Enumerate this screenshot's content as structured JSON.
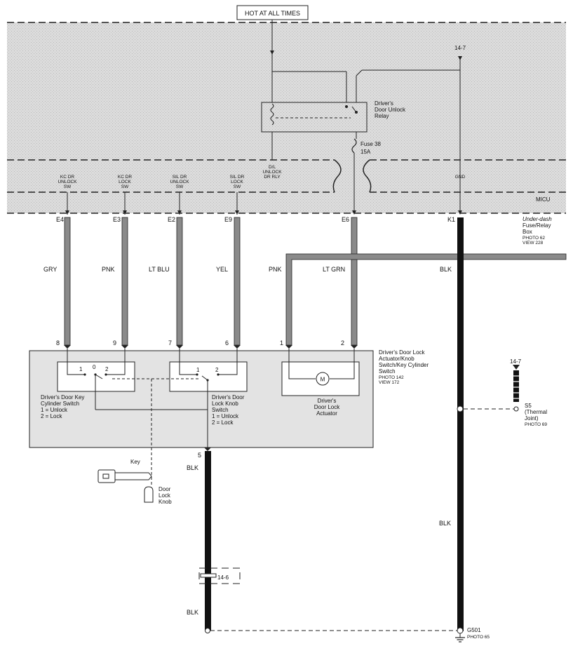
{
  "hot_at_all_times": "HOT AT ALL TIMES",
  "relay": {
    "label": [
      "Driver's",
      "Door Unlock",
      "Relay"
    ]
  },
  "fuse": {
    "name": "Fuse 38",
    "rating": "15A"
  },
  "ref_14_7_top": "14-7",
  "micu": {
    "inputs": [
      {
        "lines": [
          "KC DR",
          "UNLOCK",
          "SW"
        ]
      },
      {
        "lines": [
          "KC DR",
          "LOCK",
          "SW"
        ]
      },
      {
        "lines": [
          "SIL DR",
          "UNLOCK",
          "SW"
        ]
      },
      {
        "lines": [
          "SIL DR",
          "LOCK",
          "SW"
        ]
      }
    ],
    "dl_unlock": [
      "D/L",
      "UNLOCK",
      "DR RLY"
    ],
    "gnd": "GND",
    "name": "MICU"
  },
  "fusebox": {
    "lines": [
      "Under-dash",
      "Fuse/Relay",
      "Box"
    ],
    "photo": "PHOTO 62",
    "view": "VIEW 228"
  },
  "wires": [
    {
      "pin_top": "E4",
      "color": "GRY",
      "pin_bottom": "8"
    },
    {
      "pin_top": "E3",
      "color": "PNK",
      "pin_bottom": "9"
    },
    {
      "pin_top": "E2",
      "color": "LT BLU",
      "pin_bottom": "7"
    },
    {
      "pin_top": "E9",
      "color": "YEL",
      "pin_bottom": "6"
    },
    {
      "pin_top": "",
      "color": "PNK",
      "pin_bottom": "1"
    },
    {
      "pin_top": "E6",
      "color": "LT GRN",
      "pin_bottom": "2"
    },
    {
      "pin_top": "K1",
      "color": "BLK",
      "pin_bottom": ""
    }
  ],
  "assembly": {
    "lines": [
      "Driver's Door Lock",
      "Actuator/Knob",
      "Switch/Key Cylinder",
      "Switch"
    ],
    "photo": "PHOTO 142",
    "view": "VIEW 172"
  },
  "key_cyl_switch": {
    "lines": [
      "Driver's Door Key",
      "Cylinder Switch",
      "1 = Unlock",
      "2 = Lock"
    ],
    "pos0": "0",
    "pos1": "1",
    "pos2": "2"
  },
  "knob_switch": {
    "lines": [
      "Driver's Door",
      "Lock Knob",
      "Switch",
      "1 = Unlock",
      "2 = Lock"
    ],
    "pos1": "1",
    "pos2": "2"
  },
  "actuator": {
    "lines": [
      "Driver's",
      "Door Lock",
      "Actuator"
    ],
    "motor": "M"
  },
  "key_label": "Key",
  "knob_label": [
    "Door",
    "Lock",
    "Knob"
  ],
  "pin5": "5",
  "blk_labels": [
    "BLK",
    "BLK",
    "BLK",
    "BLK"
  ],
  "ref_14_7_right": "14-7",
  "s5": {
    "lines": [
      "S5",
      "(Thermal",
      "Joint)"
    ],
    "photo": "PHOTO 69"
  },
  "connector_14_6": "14-6",
  "ground": {
    "name": "G501",
    "photo": "PHOTO 65"
  }
}
